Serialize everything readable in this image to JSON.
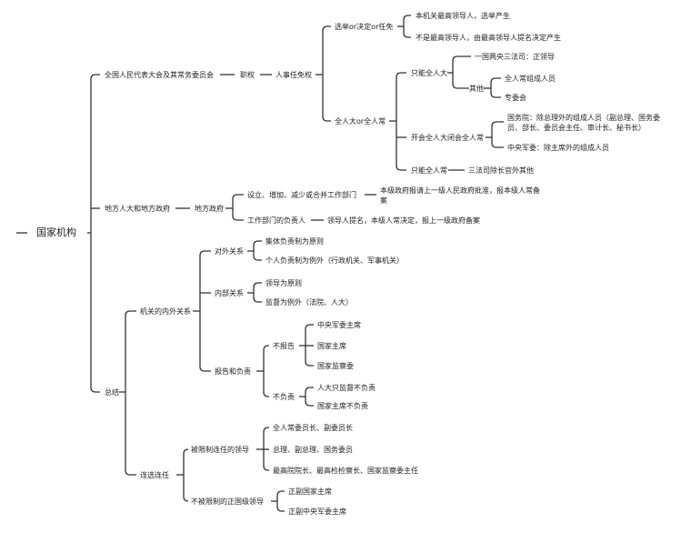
{
  "root": "国家机构",
  "nodes": {
    "n1": "全国人民代表大会及其常务委员会",
    "n1a": "职权",
    "n1b": "人事任免权",
    "n1c": "选举or决定or任免",
    "n1c1": "本机关最高领导人，选举产生",
    "n1c2": "不是最高领导人，由最高领导人提名决定产生",
    "n1d": "全人大or全人常",
    "n1d1": "只能全人大",
    "n1d1a": "一国两央三法司：正领导",
    "n1d1b": "其他",
    "n1d1b1": "全人常组成人员",
    "n1d1b2": "专委会",
    "n1d2": "开会全人大闭会全人常",
    "n1d2a": "国务院：除总理外的组成人员（副总理、国务委员、部长、委员会主任、审计长、秘书长）",
    "n1d2b": "中央军委：除主席外的组成人员",
    "n1d3": "只能全人常",
    "n1d3a": "三法司除长官外其他",
    "n2": "地方人大和地方政府",
    "n2a": "地方政府",
    "n2b": "设立、增加、减少或合并工作部门",
    "n2b1": "本级政府报请上一级人民政府批准，报本级人常备案",
    "n2c": "工作部门的负责人",
    "n2c1": "领导人提名，本级人常决定，报上一级政府备案",
    "n3": "总结",
    "n3a": "机关的内外关系",
    "n3a1": "对外关系",
    "n3a1a": "集体负责制为原则",
    "n3a1b": "个人负责制为例外（行政机关、军事机关）",
    "n3a2": "内部关系",
    "n3a2a": "领导为原则",
    "n3a2b": "监督为例外（法院、人大）",
    "n3a3": "报告和负责",
    "n3a3a": "不报告",
    "n3a3a1": "中央军委主席",
    "n3a3a2": "国家主席",
    "n3a3a3": "国家监察委",
    "n3a3b": "不负责",
    "n3a3b1": "人大只监督不负责",
    "n3a3b2": "国家主席不负责",
    "n3b": "连选连任",
    "n3b1": "被限制连任的领导",
    "n3b1a": "全人常委员长、副委员长",
    "n3b1b": "总理、副总理、国务委员",
    "n3b1c": "最高院院长、最高检检察长、国家监察委主任",
    "n3b2": "不被限制的正国级领导",
    "n3b2a": "正副国家主席",
    "n3b2b": "正副中央军委主席"
  }
}
